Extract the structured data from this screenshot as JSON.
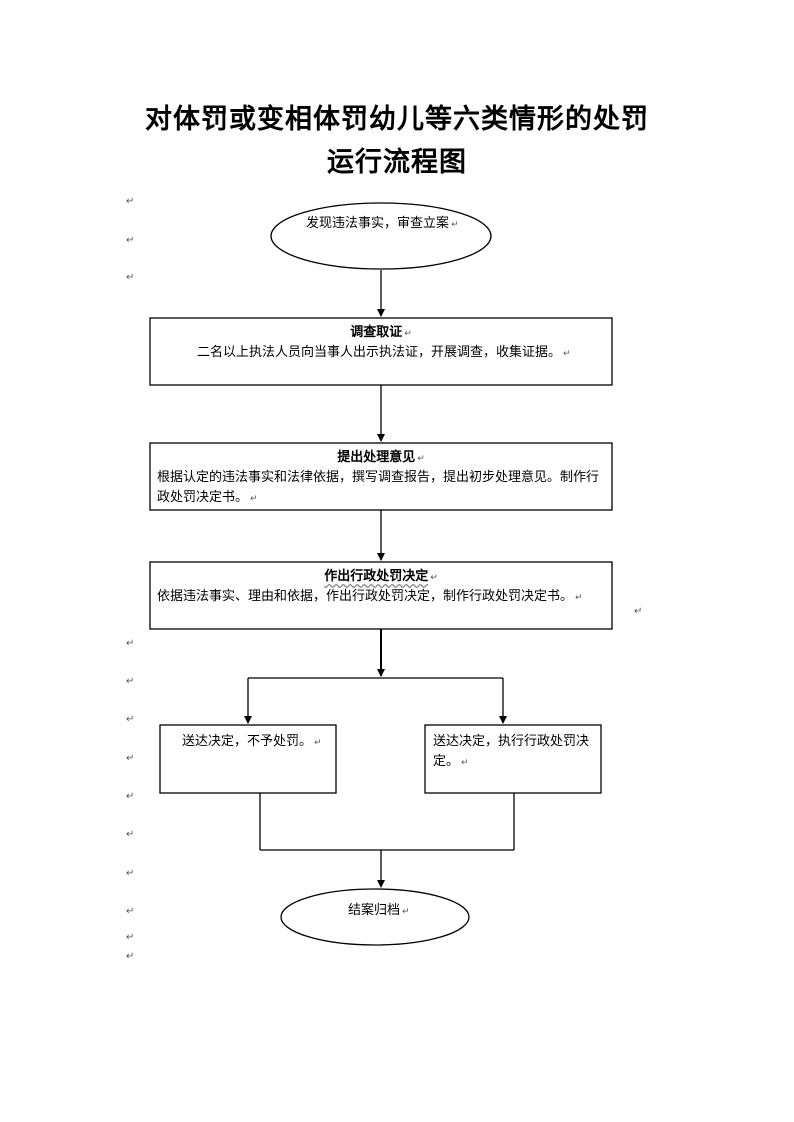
{
  "title": {
    "line1": "对体罚或变相体罚幼儿等六类情形的处罚",
    "line2": "运行流程图"
  },
  "nodes": {
    "start": {
      "text": "发现违法事实，审查立案"
    },
    "investigate": {
      "title": "调查取证",
      "body": "二名以上执法人员向当事人出示执法证，开展调查，收集证据。"
    },
    "opinion": {
      "title": "提出处理意见",
      "body": "根据认定的违法事实和法律依据，撰写调查报告，提出初步处理意见。制作行政处罚决定书。"
    },
    "decision": {
      "title": "作出行政处罚决定",
      "body": "依据违法事实、理由和依据，作出行政处罚决定，制作行政处罚决定书。"
    },
    "no_penalty": {
      "text": "送达决定，不予处罚。"
    },
    "execute": {
      "text": "送达决定，执行行政处罚决定。"
    },
    "end": {
      "text": "结案归档"
    }
  },
  "paragraph_mark": "↵"
}
